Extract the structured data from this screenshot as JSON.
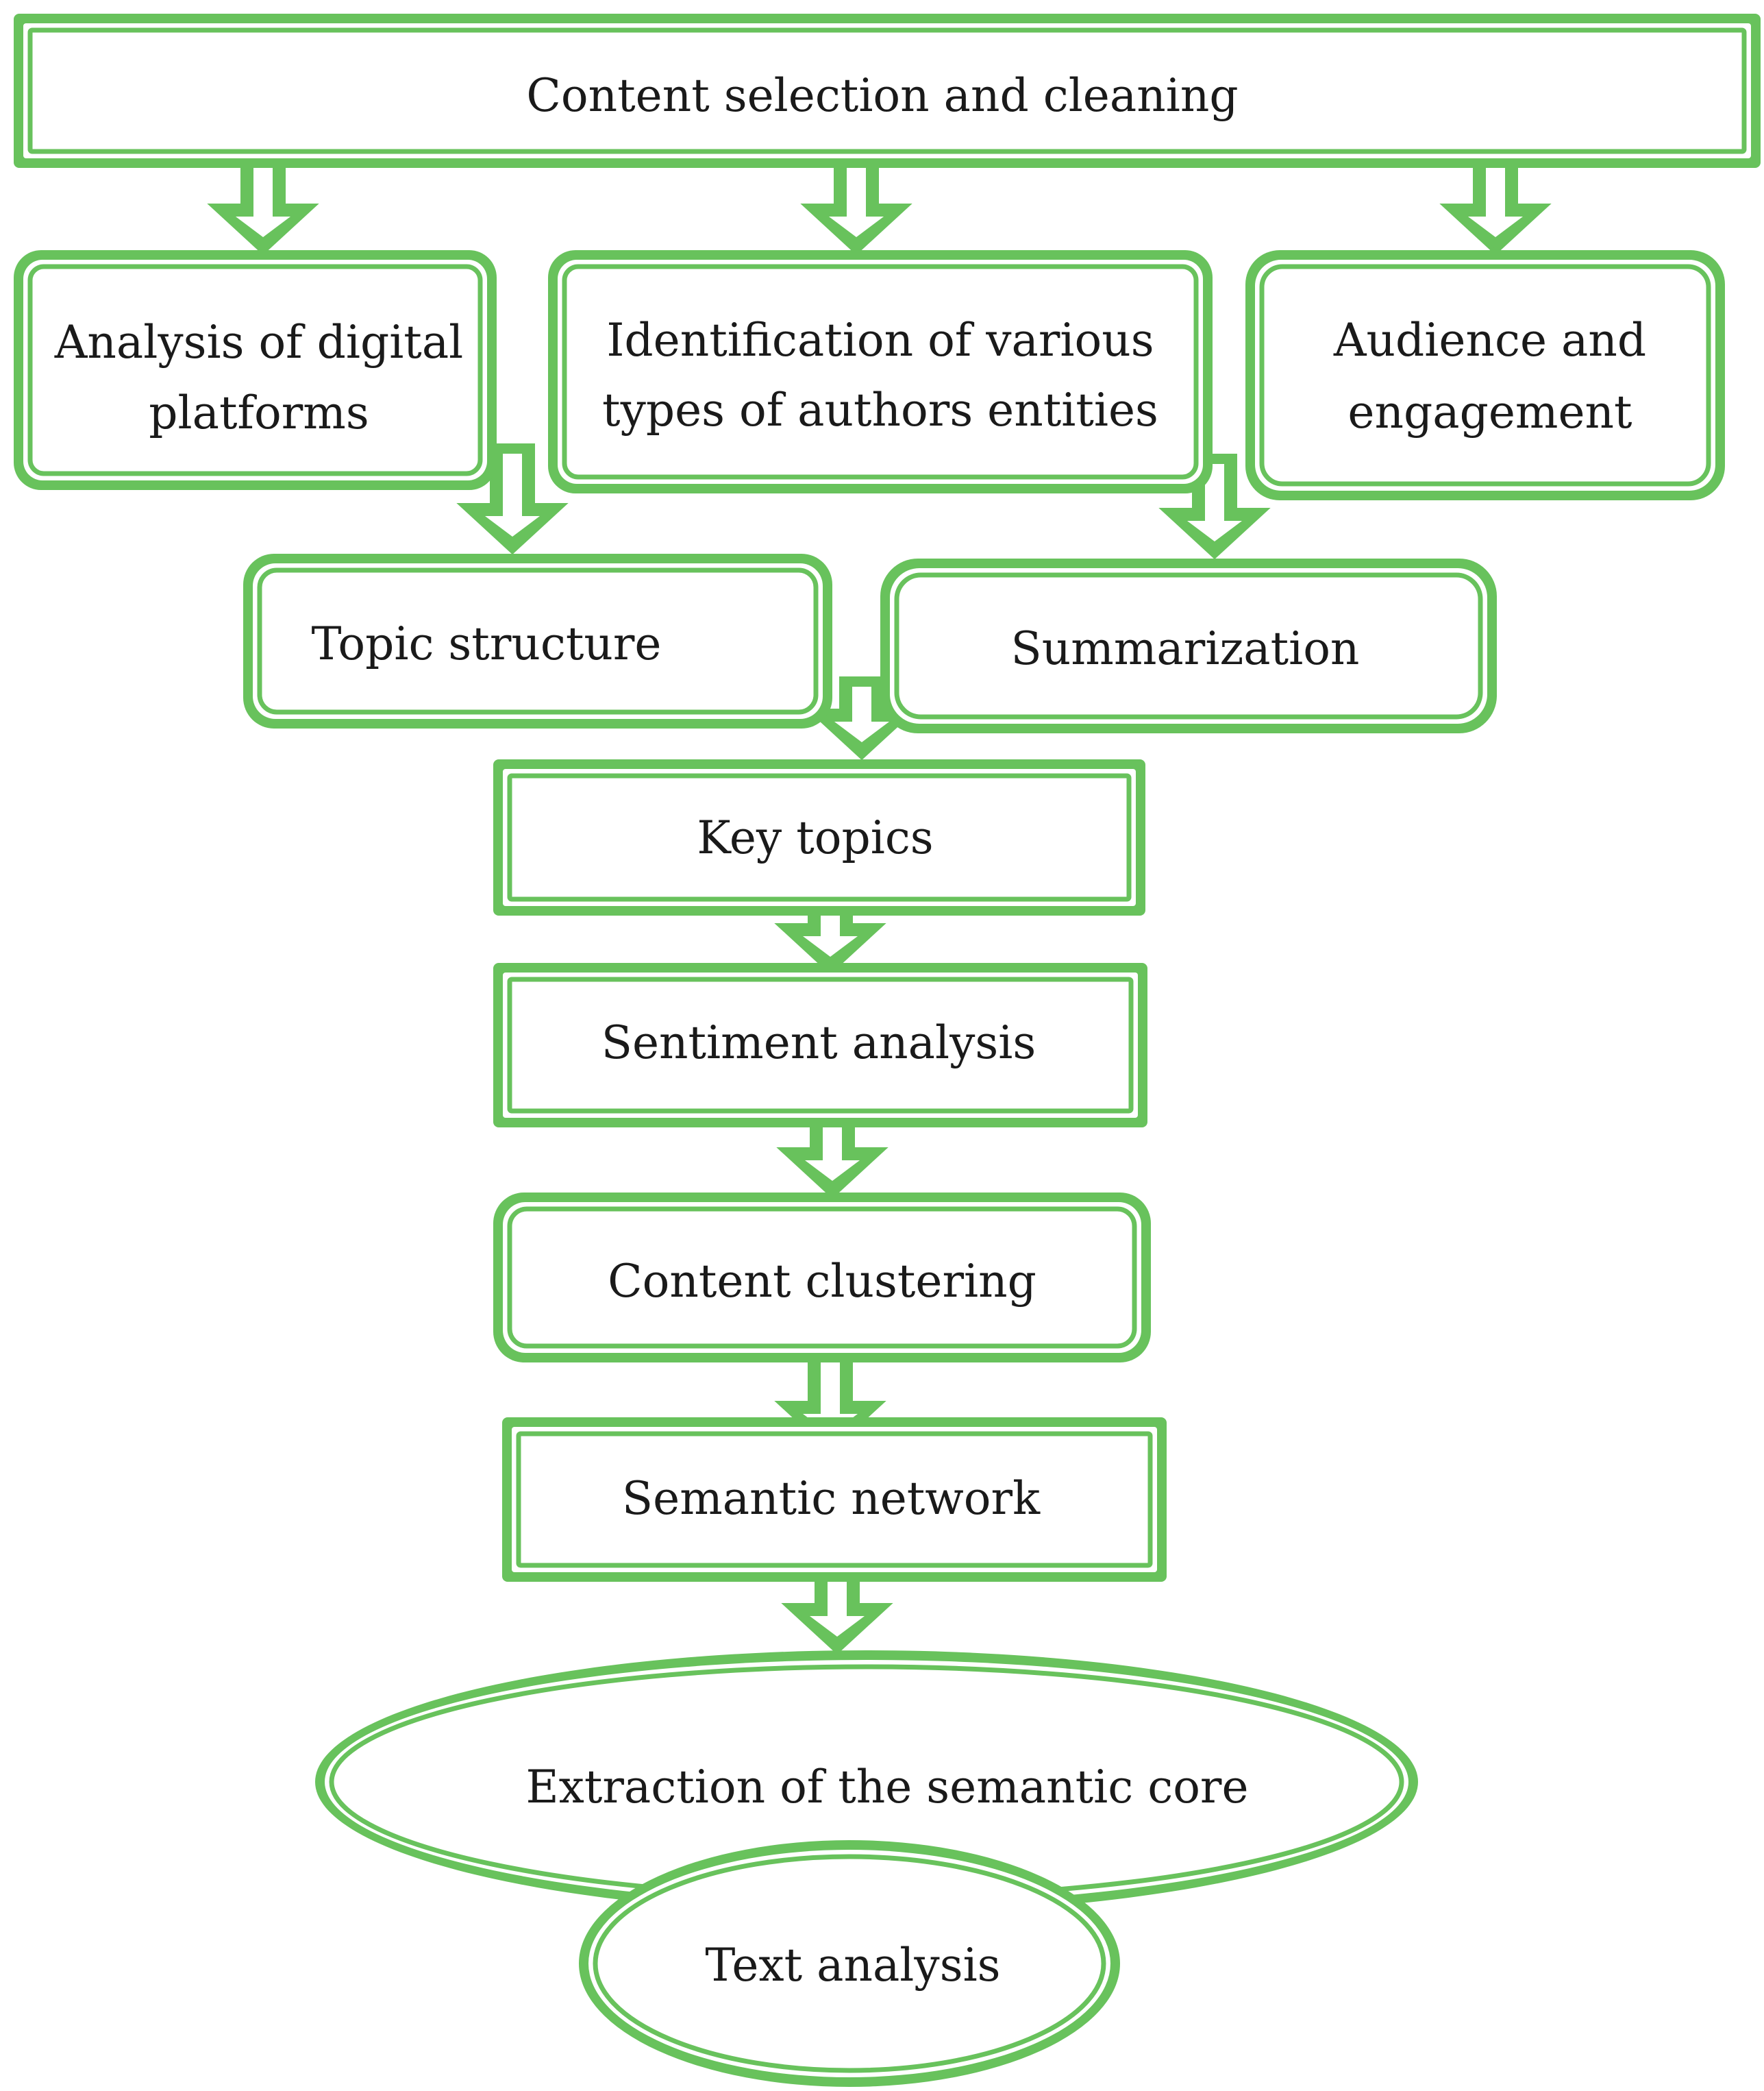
{
  "colors": {
    "stroke": "#68c25c",
    "fill": "#ffffff",
    "text": "#1a1a1a"
  },
  "nodes": {
    "content_selection": "Content selection and cleaning",
    "digital_platforms": [
      "Analysis of digital",
      "platforms"
    ],
    "author_entities": [
      "Identification of various",
      "types of authors entities"
    ],
    "audience": [
      "Audience and",
      "engagement"
    ],
    "topic_structure": "Topic  structure",
    "summarization": "Summarization",
    "key_topics": "Key topics",
    "sentiment": "Sentiment analysis",
    "clustering": "Content clustering",
    "semantic_network": "Semantic network",
    "semantic_core": "Extraction of the semantic core",
    "text_analysis": "Text analysis"
  }
}
